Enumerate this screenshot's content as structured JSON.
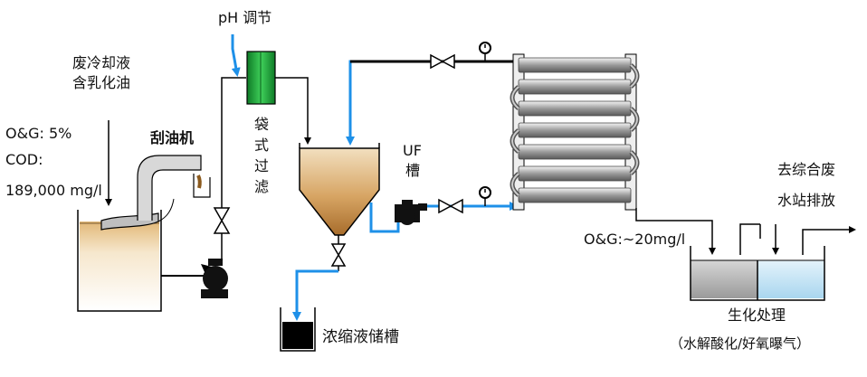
{
  "waste_input": {
    "line1": "废冷却液",
    "line2": "含乳化油",
    "og": "O&G: 5%",
    "cod": "COD:",
    "cod_value": "189,000 mg/l"
  },
  "skimmer": "刮油机",
  "ph": "pH 调节",
  "bag_filter": "袋式过滤",
  "uf_tank": {
    "line1": "UF",
    "line2": "槽"
  },
  "concentrate_tank": "浓缩液储槽",
  "permeate": "O&G:~20mg/l",
  "discharge": {
    "line1": "去综合废",
    "line2": "水站排放"
  },
  "bio": {
    "title": "生化处理",
    "detail": "（水解酸化/好氧曝气）"
  },
  "colors": {
    "pipe_blue": "#1e90e8",
    "filter_green": "#1fa83a",
    "sludge_brown": "#c8904a",
    "pipe_black": "#000000",
    "bio_blue": "#bfe2f5"
  }
}
